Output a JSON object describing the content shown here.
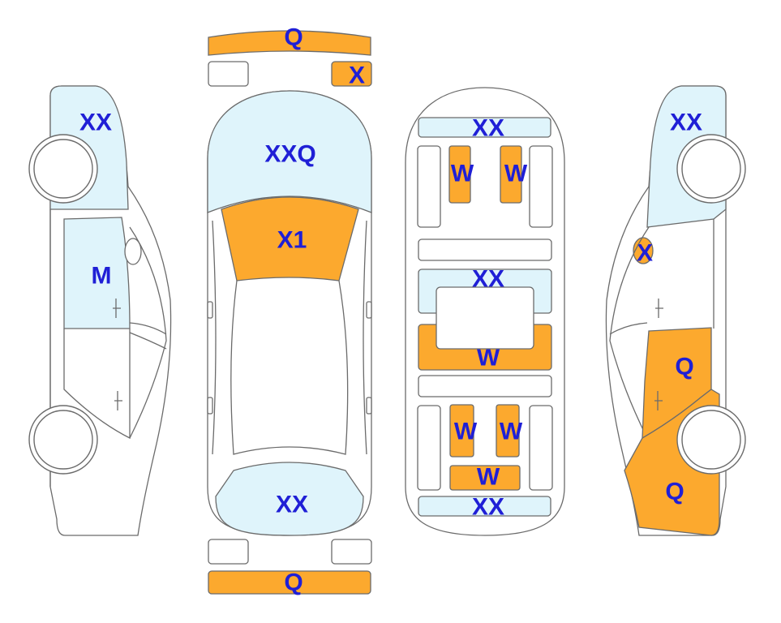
{
  "colors": {
    "damage": "#fca92e",
    "repair": "#dff4fb",
    "plain": "#ffffff",
    "outline": "#6b6b6b",
    "label": "#1f1fd6"
  },
  "labels": {
    "front_bumper": "Q",
    "front_plate": "X",
    "hood": "XXQ",
    "windshield": "X1",
    "rear_window": "XX",
    "rear_bumper": "Q",
    "front_floor": "XX",
    "front_seat_left": "W",
    "front_seat_right": "W",
    "middle_panel": "XX",
    "middle_panel_lower": "W",
    "rear_seat_left": "W",
    "rear_seat_right": "W",
    "rear_bench": "W",
    "rear_floor": "XX",
    "left_front_fender": "XX",
    "left_front_door": "M",
    "right_front_fender": "XX",
    "right_mirror": "X",
    "right_rear_door": "Q",
    "right_rear_quarter": "Q"
  }
}
